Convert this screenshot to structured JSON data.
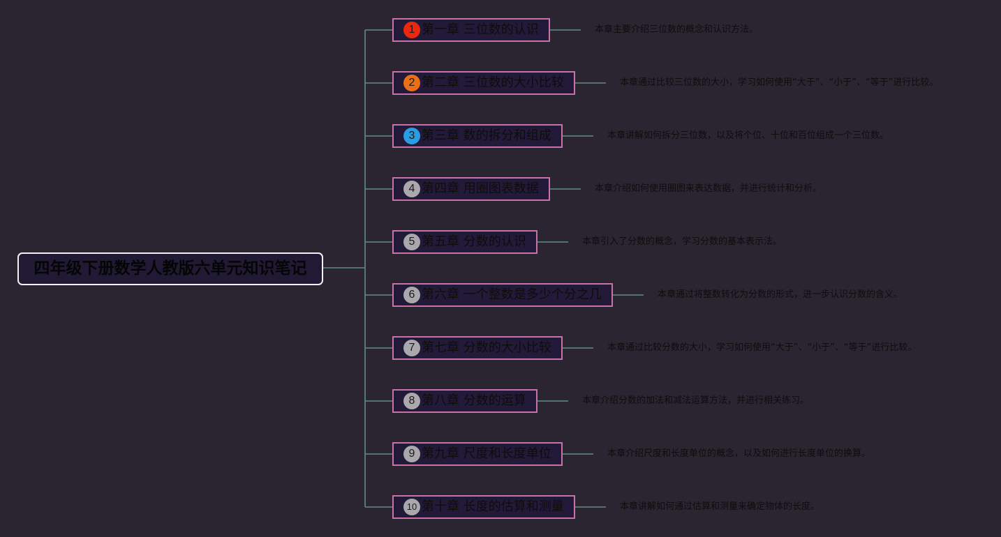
{
  "root": {
    "title": "四年级下册数学人教版六单元知识笔记"
  },
  "colors": {
    "background": "#2a2530",
    "connector": "#5f8f86",
    "node_border": "#c872a8",
    "node_fill": "#221a38",
    "root_border": "#f2f2f2"
  },
  "chapters": [
    {
      "number": "1",
      "title": "第一章 三位数的认识",
      "description": "本章主要介绍三位数的概念和认识方法。",
      "badge_color": "#e8280f"
    },
    {
      "number": "2",
      "title": "第二章 三位数的大小比较",
      "description": "本章通过比较三位数的大小，学习如何使用“大于”、“小于”、“等于”进行比较。",
      "badge_color": "#ea6f16"
    },
    {
      "number": "3",
      "title": "第三章 数的拆分和组成",
      "description": "本章讲解如何拆分三位数，以及将个位、十位和百位组成一个三位数。",
      "badge_color": "#2b9de3"
    },
    {
      "number": "4",
      "title": "第四章 用圈图表数据",
      "description": "本章介绍如何使用圈图来表达数据，并进行统计和分析。",
      "badge_color": "#a9a9ad"
    },
    {
      "number": "5",
      "title": "第五章 分数的认识",
      "description": "本章引入了分数的概念，学习分数的基本表示法。",
      "badge_color": "#a9a9ad"
    },
    {
      "number": "6",
      "title": "第六章 一个整数是多少个分之几",
      "description": "本章通过将整数转化为分数的形式，进一步认识分数的含义。",
      "badge_color": "#a9a9ad"
    },
    {
      "number": "7",
      "title": "第七章 分数的大小比较",
      "description": "本章通过比较分数的大小，学习如何使用“大于”、“小于”、“等于”进行比较。",
      "badge_color": "#a9a9ad"
    },
    {
      "number": "8",
      "title": "第八章 分数的运算",
      "description": "本章介绍分数的加法和减法运算方法，并进行相关练习。",
      "badge_color": "#a9a9ad"
    },
    {
      "number": "9",
      "title": "第九章 尺度和长度单位",
      "description": "本章介绍尺度和长度单位的概念，以及如何进行长度单位的换算。",
      "badge_color": "#a9a9ad"
    },
    {
      "number": "10",
      "title": "第十章 长度的估算和测量",
      "description": "本章讲解如何通过估算和测量来确定物体的长度。",
      "badge_color": "#a9a9ad"
    }
  ]
}
